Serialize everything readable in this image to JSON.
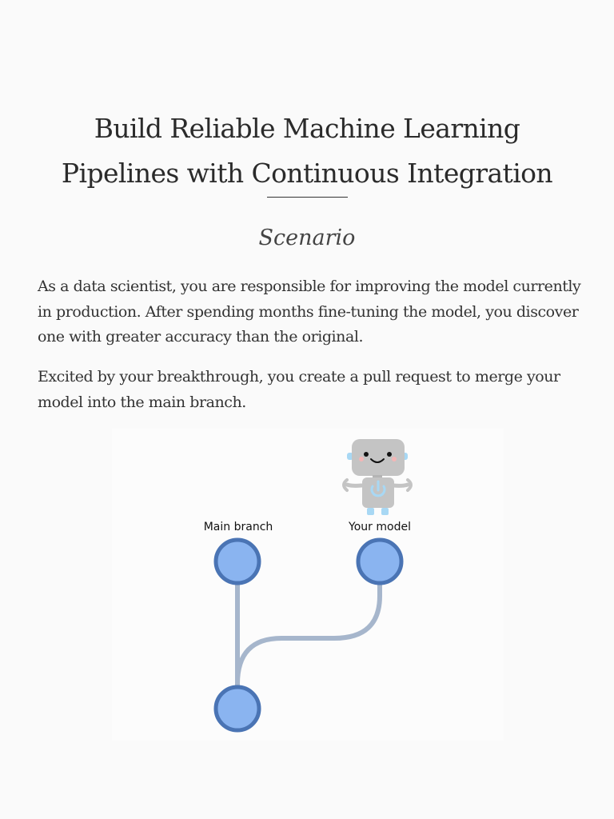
{
  "title": {
    "line1": "Build Reliable Machine Learning",
    "line2": "Pipelines with Continuous Integration"
  },
  "subtitle": "Scenario",
  "paragraphs": [
    "As a data scientist, you are responsible for improving the model currently in production. After spending months fine-tuning the model, you discover one with greater accuracy than the original.",
    "Excited by your breakthrough, you create a pull request to merge your model into the main branch."
  ],
  "diagram": {
    "main_branch_label": "Main branch",
    "your_model_label": "Your model",
    "colors": {
      "node_fill": "#8ab4f0",
      "node_stroke": "#4a74b4",
      "branch_line": "#a6b6cc",
      "robot_body": "#c4c4c4",
      "robot_accent": "#a8d8f4"
    },
    "icons": [
      "robot-icon"
    ]
  }
}
